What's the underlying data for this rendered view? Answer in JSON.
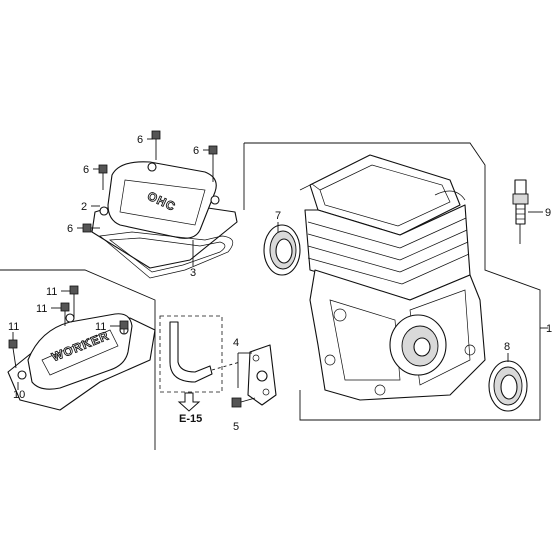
{
  "callouts": {
    "p1": "1",
    "p2": "2",
    "p3": "3",
    "p4": "4",
    "p5": "5",
    "p6a": "6",
    "p6b": "6",
    "p6c": "6",
    "p6d": "6",
    "p7": "7",
    "p8": "8",
    "p9": "9",
    "p10": "10",
    "p11a": "11",
    "p11b": "11",
    "p11c": "11",
    "p11d": "11"
  },
  "reference": {
    "label": "E-15"
  },
  "emboss": {
    "ohc": "OHC",
    "worker": "WORKER"
  }
}
